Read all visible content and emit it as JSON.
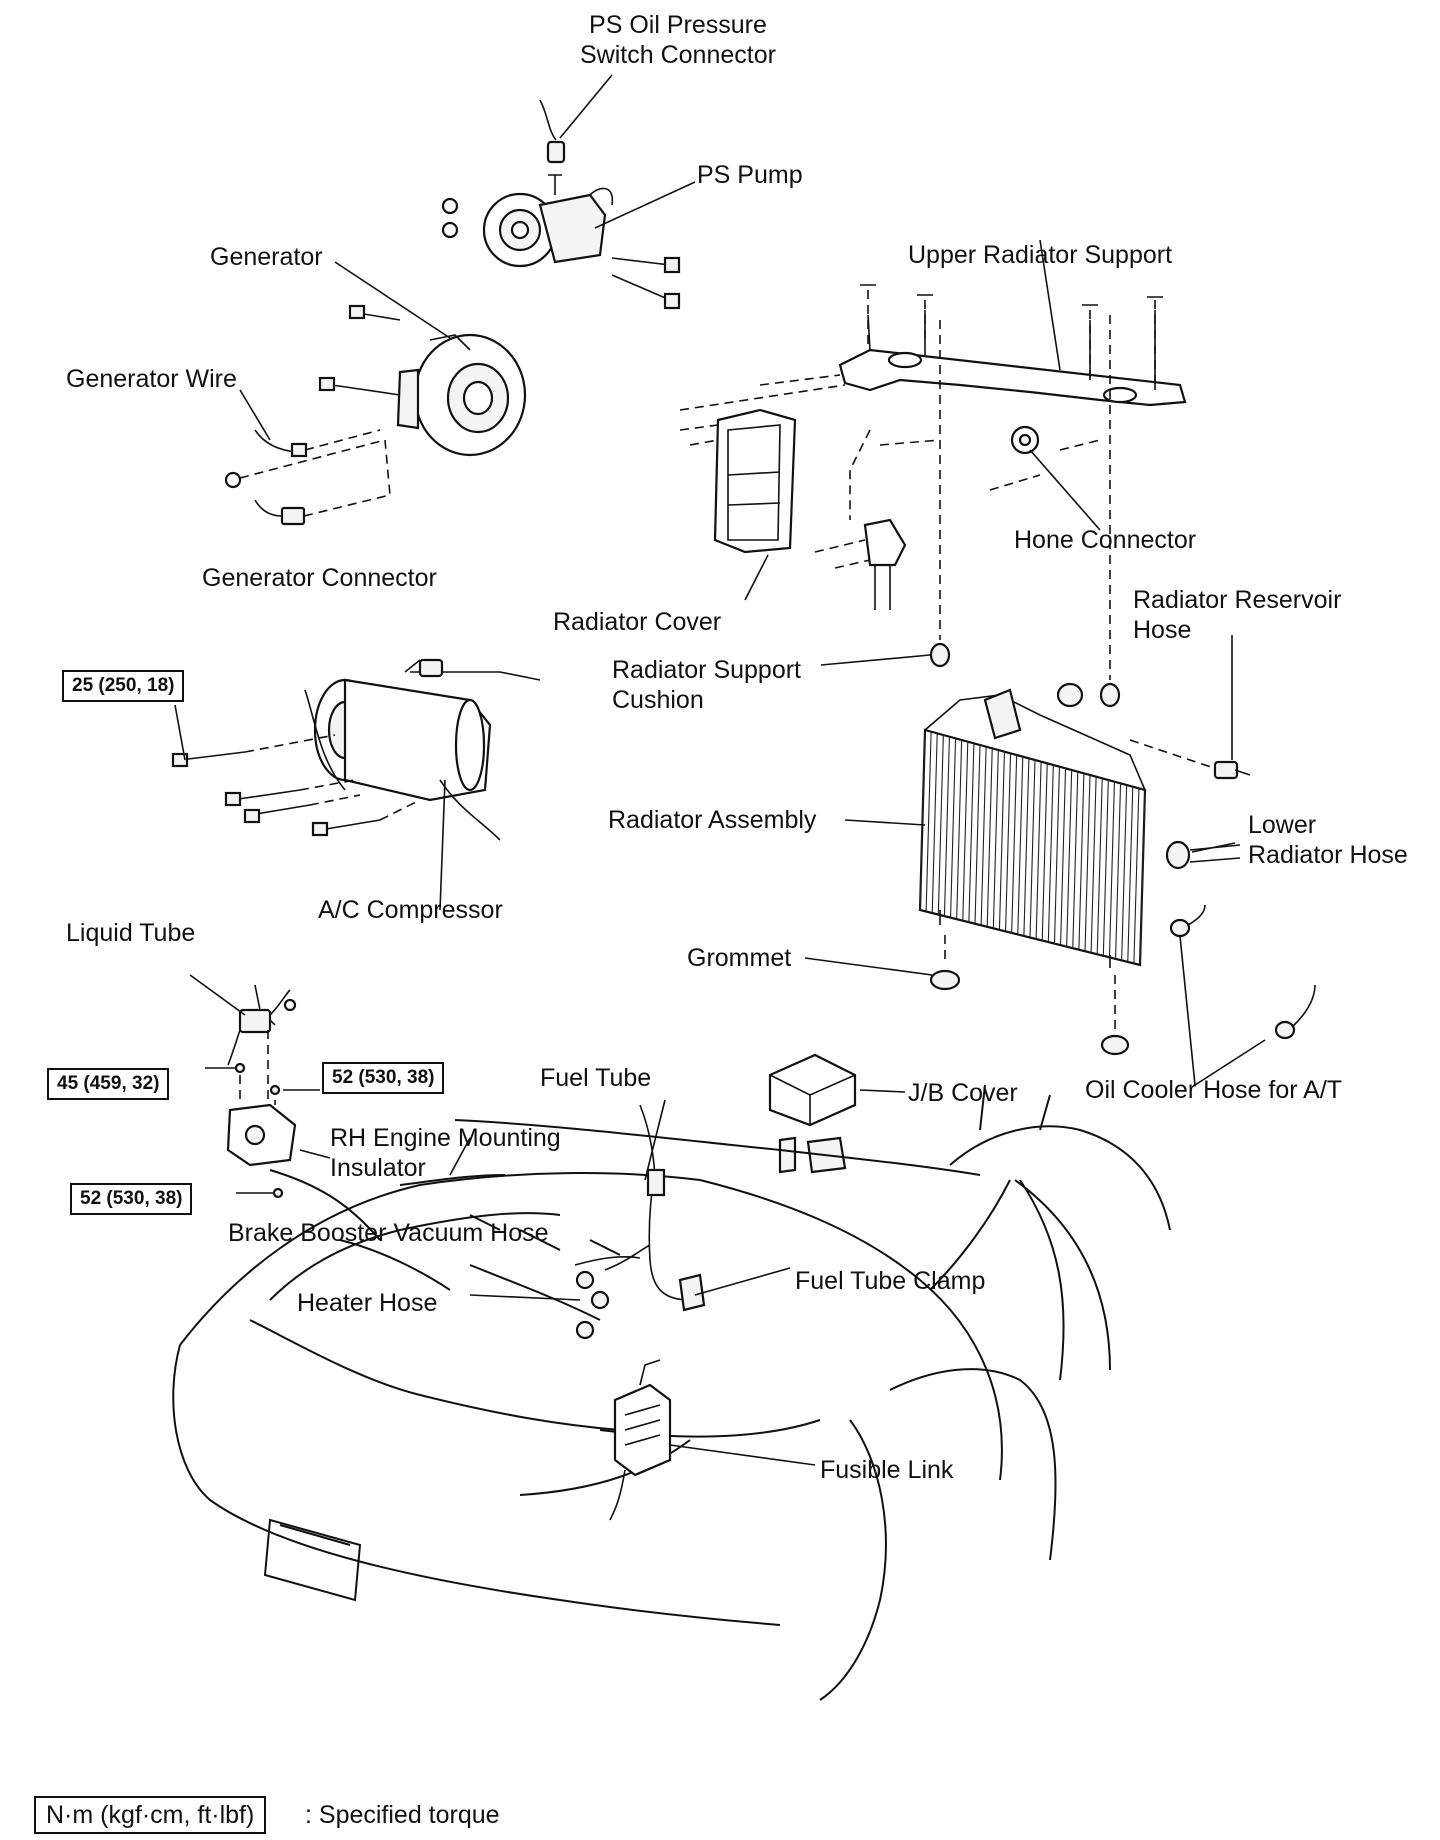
{
  "labels": {
    "ps_oil_pressure_switch_connector": [
      "PS Oil Pressure",
      "Switch Connector"
    ],
    "ps_pump": "PS Pump",
    "generator": "Generator",
    "upper_radiator_support": "Upper Radiator Support",
    "generator_wire": "Generator Wire",
    "generator_connector": "Generator Connector",
    "hone_connector": "Hone Connector",
    "radiator_cover": "Radiator Cover",
    "radiator_reservoir_hose": [
      "Radiator Reservoir",
      "Hose"
    ],
    "radiator_support_cushion": [
      "Radiator Support",
      "Cushion"
    ],
    "radiator_assembly": "Radiator Assembly",
    "lower_radiator_hose": [
      "Lower",
      "Radiator Hose"
    ],
    "ac_compressor": "A/C Compressor",
    "liquid_tube": "Liquid Tube",
    "grommet": "Grommet",
    "fuel_tube": "Fuel Tube",
    "jb_cover": "J/B Cover",
    "oil_cooler_hose": "Oil Cooler Hose for A/T",
    "rh_engine_mounting_insulator": [
      "RH Engine Mounting",
      "Insulator"
    ],
    "brake_booster_vacuum_hose": "Brake Booster Vacuum Hose",
    "fuel_tube_clamp": "Fuel Tube Clamp",
    "heater_hose": "Heater Hose",
    "fusible_link": "Fusible Link"
  },
  "torques": {
    "ac_compressor_bolt": "25 (250, 18)",
    "liquid_tube_bolt": "45 (459, 32)",
    "mount_upper": "52 (530, 38)",
    "mount_lower": "52 (530, 38)"
  },
  "legend": {
    "unit": "N·m (kgf·cm, ft·lbf)",
    "description": ": Specified torque"
  }
}
